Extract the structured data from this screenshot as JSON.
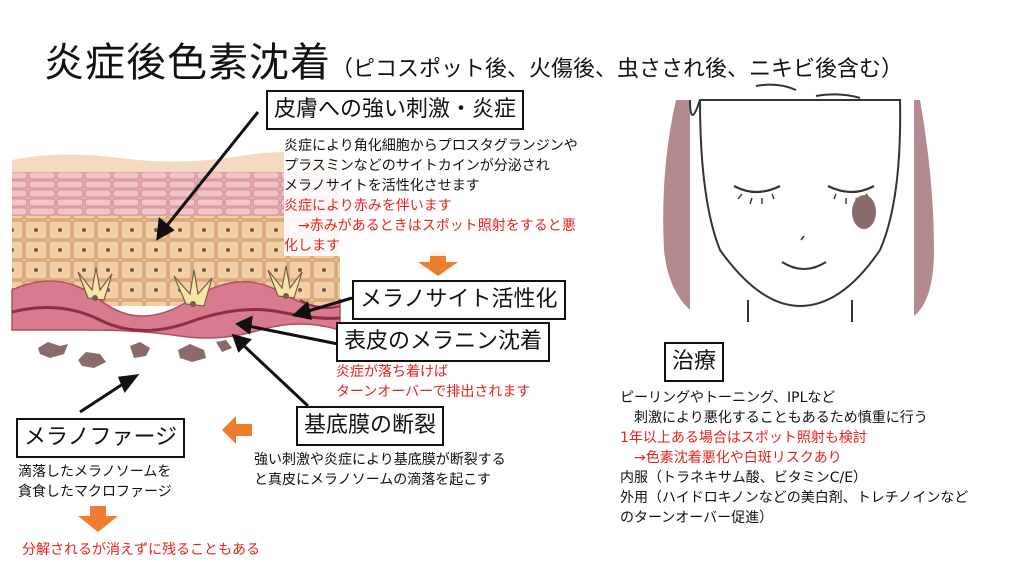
{
  "title": {
    "main": "炎症後色素沈着",
    "sub": "（ピコスポット後、火傷後、虫さされ後、ニキビ後含む）"
  },
  "labels": {
    "stimulus": "皮膚への強い刺激・炎症",
    "melanocyte": "メラノサイト活性化",
    "epidermal_melanin": "表皮のメラニン沈着",
    "basement_membrane": "基底膜の断裂",
    "melanophage": "メラノファージ",
    "treatment": "治療"
  },
  "stimulus_text": {
    "black": [
      "炎症により角化細胞からプロスタグランジンや",
      "プラスミンなどのサイトカインが分泌され",
      "メラノサイトを活性化させます"
    ],
    "red": [
      "炎症により赤みを伴います",
      "　→赤みがあるときはスポット照射をすると悪",
      "化します"
    ]
  },
  "melanin_note": [
    "炎症が落ち着けば",
    "ターンオーバーで排出されます"
  ],
  "basement_text": [
    "強い刺激や炎症により基底膜が断裂する",
    "と真皮にメラノソームの滴落を起こす"
  ],
  "melanophage_text": [
    "滴落したメラノソームを",
    "貪食したマクロファージ"
  ],
  "melanophage_note": "分解されるが消えずに残ることもある",
  "treatment_lines": [
    {
      "text": "ピーリングやトーニング、IPLなど",
      "red": false
    },
    {
      "text": "　刺激により悪化することもあるため慎重に行う",
      "red": false
    },
    {
      "text": "1年以上ある場合はスポット照射も検討",
      "red": true
    },
    {
      "text": "　→色素沈着悪化や白斑リスクあり",
      "red": true
    },
    {
      "text": "内服（トラネキサム酸、ビタミンC/E）",
      "red": false
    },
    {
      "text": "外用（ハイドロキノンなどの美白剤、トレチノインなど",
      "red": false
    },
    {
      "text": "のターンオーバー促進）",
      "red": false
    }
  ],
  "colors": {
    "red_text": "#e8221b",
    "orange_arrow": "#ee7d2f",
    "skin_pink": "#e8b3b3",
    "face_pink": "#b48a8f",
    "pigment": "#8a6a6a"
  }
}
